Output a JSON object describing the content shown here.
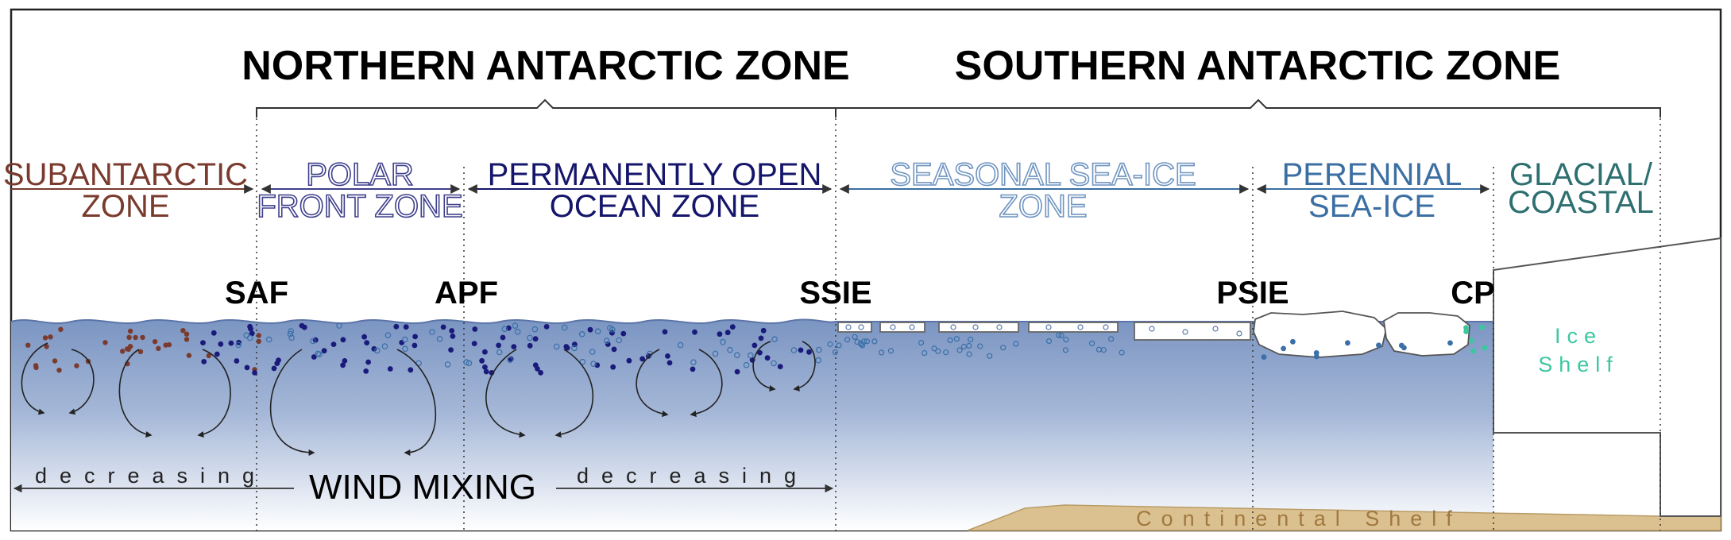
{
  "zone_titles": {
    "northern": "NORTHERN ANTARCTIC ZONE",
    "southern": "SOUTHERN ANTARCTIC ZONE"
  },
  "zones": {
    "subantarctic": {
      "line1": "SUBANTARCTIC",
      "line2": "ZONE",
      "color": "#7a3b2e"
    },
    "polar_front": {
      "line1": "POLAR",
      "line2": "FRONT ZONE",
      "color": "#3f3f8c"
    },
    "poz": {
      "line1": "PERMANENTLY OPEN",
      "line2": "OCEAN ZONE",
      "color": "#15156b"
    },
    "seasonal": {
      "line1": "SEASONAL SEA-ICE",
      "line2": "ZONE",
      "color": "#6f95c0"
    },
    "perennial": {
      "line1": "PERENNIAL",
      "line2": "SEA-ICE",
      "color": "#3b6fa3"
    },
    "glacial": {
      "line1": "GLACIAL/",
      "line2": "COASTAL",
      "color": "#2e6f70"
    }
  },
  "fronts": {
    "saf": "SAF",
    "apf": "APF",
    "ssie": "SSIE",
    "psie": "PSIE",
    "cp": "CP"
  },
  "ice_shelf": {
    "line1": "Ice",
    "line2": "Shelf",
    "color": "#3cc7a0"
  },
  "continental_shelf": {
    "label": "Continental Shelf",
    "color": "#e0c38f"
  },
  "wind_mixing": {
    "label": "WIND MIXING",
    "left_text": "decreasing",
    "right_text": "decreasing"
  },
  "colors": {
    "ocean_top": "#7f98c4",
    "ocean_bottom": "#ffffff",
    "particle_brown": "#7a3b2e",
    "particle_navy": "#1a1a7a",
    "particle_blue": "#3a6fa8",
    "particle_green": "#3cc7a0"
  }
}
